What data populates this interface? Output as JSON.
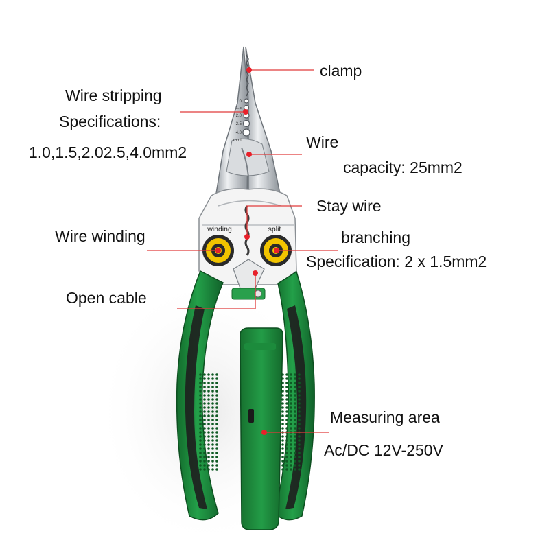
{
  "callouts": {
    "clamp": "clamp",
    "strip_line1": "Wire stripping",
    "strip_line2": "Specifications:",
    "strip_line3": "1.0,1.5,2.02.5,4.0mm2",
    "wire": "Wire",
    "capacity": "capacity: 25mm2",
    "stay_wire": "Stay wire",
    "winding": "Wire winding",
    "branching": "branching",
    "branch_spec": "Specification: 2 x 1.5mm2",
    "open_cable": "Open cable",
    "measuring": "Measuring area",
    "voltage": "Ac/DC 12V-250V"
  },
  "tool_marks": {
    "winding_label": "winding",
    "split_label": "split",
    "gauge_1": "1.0",
    "gauge_2": "1.5",
    "gauge_3": "2.0",
    "gauge_4": "2.5",
    "gauge_5": "4.0",
    "gauge_unit": "mm²"
  },
  "colors": {
    "handle_green": "#1f8a3e",
    "dot_red": "#e8202a",
    "line_red": "#e03a3a",
    "ring_yellow": "#f2c400"
  }
}
